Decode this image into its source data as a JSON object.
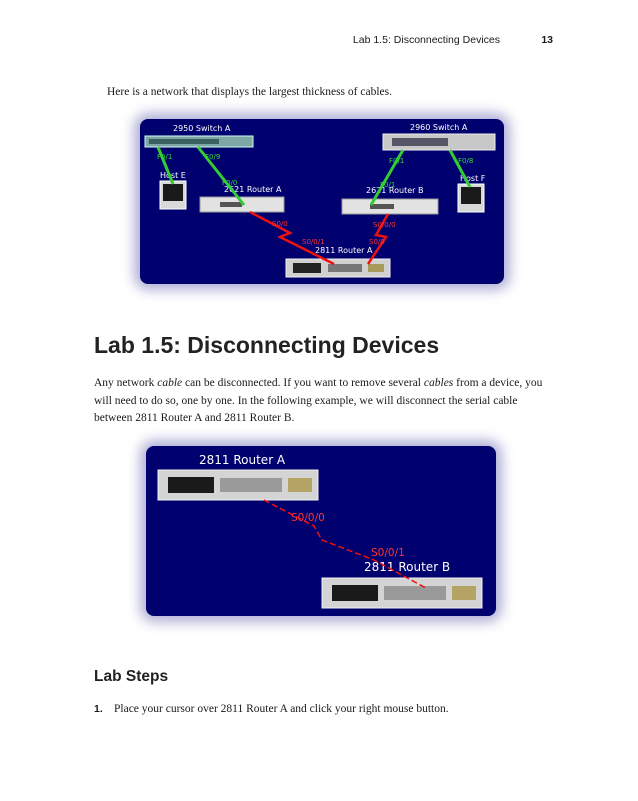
{
  "header": {
    "title": "Lab 1.5: Disconnecting Devices",
    "page_number": "13"
  },
  "intro_text": "Here is a network that displays the largest thickness of cables.",
  "figure1": {
    "switch_a": "2950 Switch A",
    "switch_b": "2960 Switch A",
    "left_port_a": "F0/1",
    "left_port_b": "F0/9",
    "right_port_a": "F0/1",
    "right_port_b": "F0/8",
    "host_e": "Host E",
    "host_f": "Host F",
    "router_a_port": "F0/0",
    "router_a": "2621 Router A",
    "router_b_port": "F0/1",
    "router_b": "2621 Router B",
    "s00": "S0/0",
    "s001": "S0/0/1",
    "s000": "S0/0/0",
    "serial_b": "S0/0",
    "router_2811": "2811 Router A"
  },
  "section_title": "Lab 1.5: Disconnecting Devices",
  "paragraph": {
    "p1": "Any network ",
    "em1": "cable",
    "p2": " can be disconnected. If you want to remove several ",
    "em2": "cables",
    "p3": " from a device, you will need to do so, one by one. In the following example, we will disconnect the serial cable between 2811 Router A and 2811 Router B."
  },
  "figure2": {
    "router_a": "2811 Router A",
    "port_a": "S0/0/0",
    "port_b": "S0/0/1",
    "router_b": "2811 Router B"
  },
  "lab_steps_title": "Lab Steps",
  "steps": [
    {
      "num": "1.",
      "text": "Place your cursor over 2811 Router A and click your right mouse button."
    }
  ]
}
